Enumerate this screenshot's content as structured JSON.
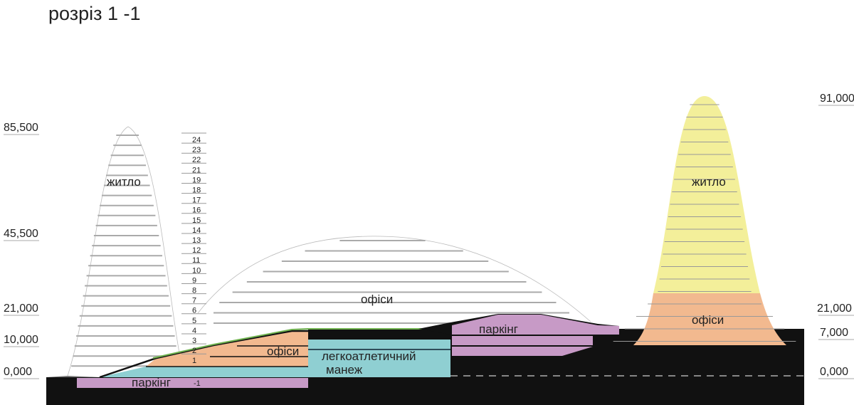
{
  "title": "розріз 1 -1",
  "levels_left": [
    "85,500",
    "45,500",
    "21,000",
    "10,000",
    "0,000"
  ],
  "levels_right": [
    "91,000",
    "21,000",
    "7,000",
    "0,000"
  ],
  "floors": [
    "24",
    "23",
    "22",
    "21",
    "19",
    "18",
    "17",
    "16",
    "15",
    "14",
    "13",
    "12",
    "11",
    "10",
    "9",
    "8",
    "7",
    "6",
    "5",
    "4",
    "3",
    "2",
    "1",
    "-1"
  ],
  "labels": {
    "left_tower": "житло",
    "dome": "офіси",
    "offices_left": "офіси",
    "parking_left": "паркінг",
    "manege_1": "легкоатлетичний",
    "manege_2": "манеж",
    "parking_right": "паркінг",
    "right_tower_top": "житло",
    "right_tower_bottom": "офіси"
  },
  "colors": {
    "ground": "#111111",
    "residential": "#f3ef9a",
    "office": "#f2b98f",
    "parking": "#c79ac6",
    "sport": "#8fcfd2",
    "green": "#6fb24f"
  }
}
